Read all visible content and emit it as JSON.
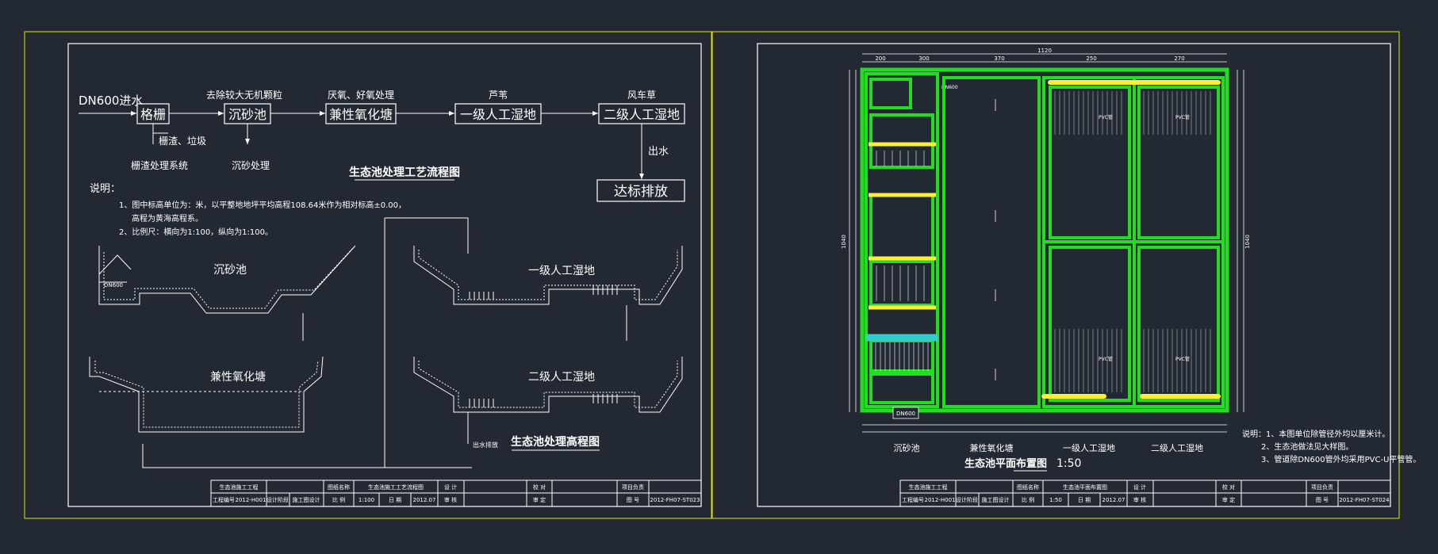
{
  "colors": {
    "background": "#222933",
    "line": "#ffffff",
    "frame": "#e6e600",
    "wall": "#22dd22",
    "pipe": "#ffee33",
    "water": "#33cccc"
  },
  "left_sheet": {
    "flow": {
      "inlet": "DN600进水",
      "boxes": [
        "格栅",
        "沉砂池",
        "兼性氧化塘",
        "一级人工湿地",
        "二级人工湿地",
        "达标排放"
      ],
      "top_notes": [
        "去除较大无机颗粒",
        "厌氧、好氧处理",
        "芦苇",
        "风车草"
      ],
      "sub_notes": [
        "栅渣、垃圾",
        "栅渣处理系统",
        "沉砂处理"
      ],
      "outlet_label": "出水",
      "title": "生态池处理工艺流程图"
    },
    "notes": {
      "heading": "说明：",
      "lines": [
        "1、图中标高单位为：米，以平整地地坪平均高程108.64米作为相对标高±0.00，",
        "高程为黄海高程系。",
        "2、比例尺：横向为1:100，纵向为1:100。"
      ]
    },
    "sections": {
      "labels": [
        "沉砂池",
        "兼性氧化塘",
        "一级人工湿地",
        "二级人工湿地"
      ],
      "pipe_label": "DN600",
      "outlet": "出水排放",
      "title": "生态池处理高程图"
    },
    "title_block": {
      "row1": [
        "生态池施工工程",
        "图纸名称",
        "生态池施工工艺流程图",
        "设 计",
        "",
        "校 对",
        "",
        "项目负责",
        ""
      ],
      "row2": [
        "工程编号",
        "2012-H001",
        "设计阶段",
        "施工图设计",
        "比 例",
        "1:100",
        "日 期",
        "2012.07",
        "审 核",
        "",
        "审 定",
        "",
        "图 号",
        "2012-FH07-ST023"
      ]
    }
  },
  "right_sheet": {
    "plan": {
      "overall_width": "1120",
      "overall_height": "1040",
      "top_dims": [
        "200",
        "300",
        "370",
        "250",
        "270"
      ],
      "pipe_label": "PVC管",
      "pipe_label_left": "DN600",
      "inlet_label": "DN600",
      "zone_labels": [
        "沉砂池",
        "兼性氧化塘",
        "一级人工湿地",
        "二级人工湿地"
      ],
      "title": "生态池平面布置图",
      "scale": "1:50"
    },
    "notes": [
      "说明：1、本图单位除管径外均以厘米计。",
      "2、生态池做法见大样图。",
      "3、管道除DN600管外均采用PVC-U平管管。"
    ],
    "title_block": {
      "row1": [
        "生态池施工工程",
        "图纸名称",
        "生态池平面布置图",
        "设 计",
        "",
        "校 对",
        "",
        "项目负责",
        ""
      ],
      "row2": [
        "工程编号",
        "2012-H001",
        "设计阶段",
        "施工图设计",
        "比 例",
        "1:50",
        "日 期",
        "2012.07",
        "审 核",
        "",
        "审 定",
        "",
        "图 号",
        "2012-FH07-ST024"
      ]
    }
  }
}
